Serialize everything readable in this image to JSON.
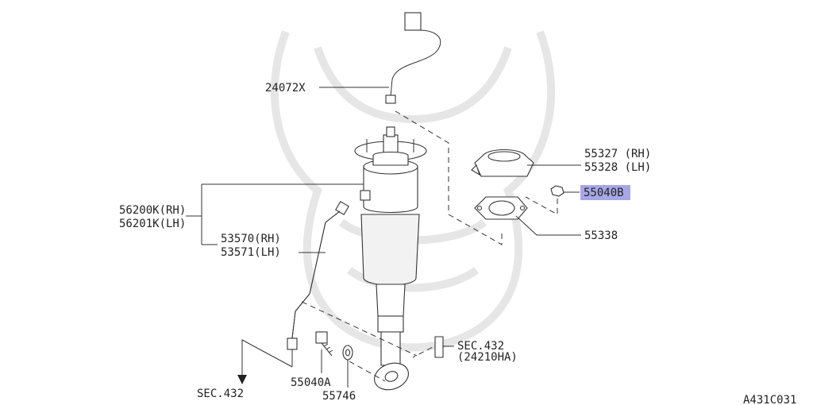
{
  "diagram": {
    "labels": {
      "p24072x": "24072X",
      "p55327": "55327 (RH)",
      "p55328": "55328 (LH)",
      "p55040b": "55040B",
      "p56200k": "56200K(RH)",
      "p56201k": "56201K(LH)",
      "p53570": "53570(RH)",
      "p53571": "53571(LH)",
      "p55338": "55338",
      "sec432_right": "SEC.432",
      "p24210ha": "(24210HA)",
      "p55040a": "55040A",
      "p55746": "55746",
      "sec432_left": "SEC.432",
      "figure_code": "A431C031"
    },
    "highlight_color": "#a7a7e6"
  }
}
